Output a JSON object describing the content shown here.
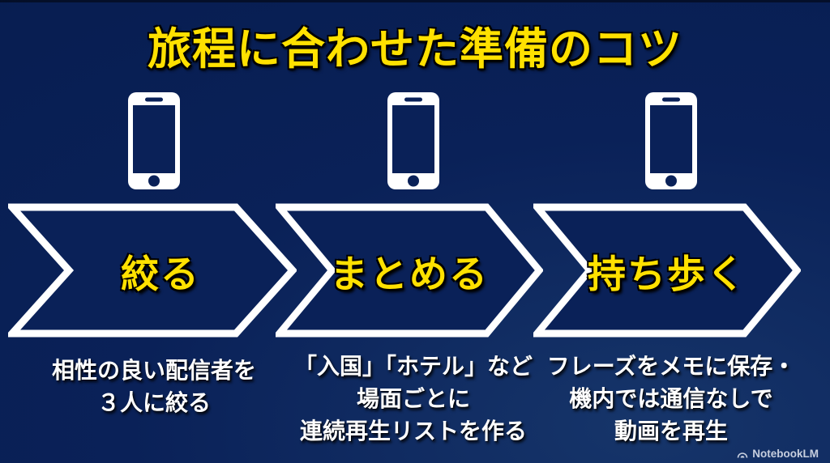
{
  "title": "旅程に合わせた準備のコツ",
  "colors": {
    "background": "#0a2158",
    "arrow_fill": "#0a2158",
    "arrow_border": "#ffffff",
    "accent_yellow": "#ffe100",
    "text_white": "#ffffff",
    "watermark_text": "#c7cfdf"
  },
  "steps": [
    {
      "label": "絞る",
      "icon": "smartphone-icon",
      "description_lines": [
        "相性の良い配信者を",
        "３人に絞る"
      ]
    },
    {
      "label": "まとめる",
      "icon": "smartphone-icon",
      "description_lines": [
        "「入国」「ホテル」など",
        "場面ごとに",
        "連続再生リストを作る"
      ]
    },
    {
      "label": "持ち歩く",
      "icon": "smartphone-icon",
      "description_lines": [
        "フレーズをメモに保存・",
        "機内では通信なしで",
        "動画を再生"
      ]
    }
  ],
  "watermark": {
    "label": "NotebookLM"
  }
}
